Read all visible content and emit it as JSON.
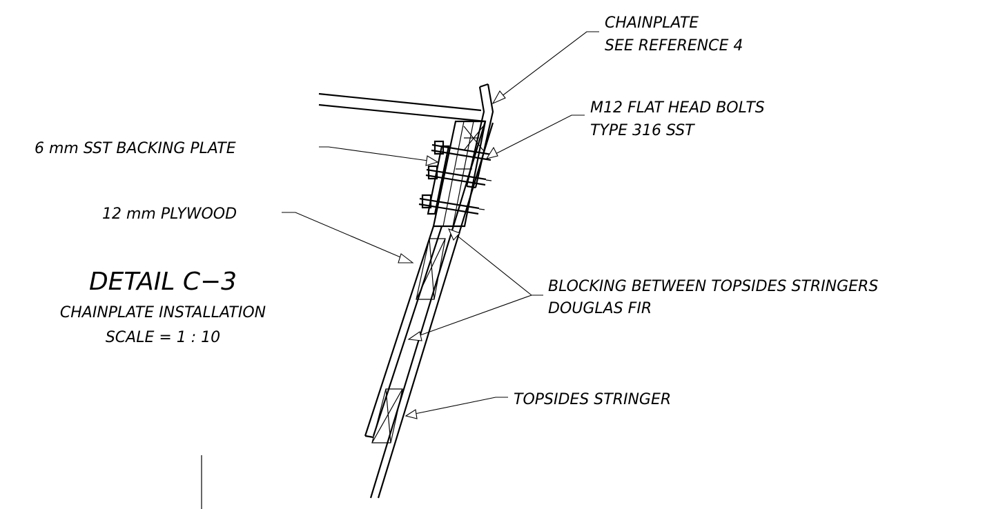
{
  "labels": {
    "chainplate_line1": "CHAINPLATE",
    "chainplate_line2": "SEE REFERENCE 4",
    "bolts_line1": "M12 FLAT HEAD BOLTS",
    "bolts_line2": "TYPE 316 SST",
    "backing_plate": "6 mm SST BACKING PLATE",
    "plywood": "12 mm PLYWOOD",
    "blocking_line1": "BLOCKING BETWEEN TOPSIDES STRINGERS",
    "blocking_line2": "DOUGLAS FIR",
    "stringer": "TOPSIDES STRINGER"
  },
  "title": {
    "main": "DETAIL C−3",
    "subtitle": "CHAINPLATE INSTALLATION",
    "scale": "SCALE = 1 : 10"
  }
}
